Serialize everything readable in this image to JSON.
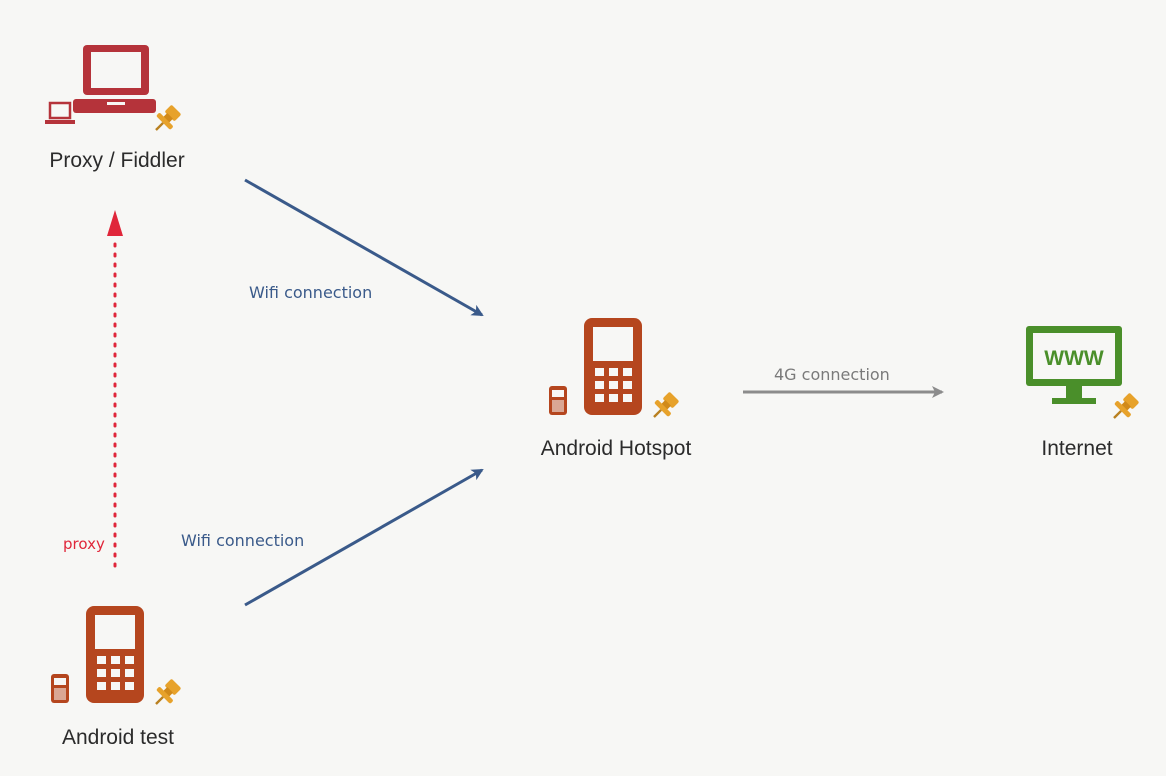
{
  "colors": {
    "background": "#f7f7f5",
    "laptop": "#b5333a",
    "phone": "#b5461e",
    "monitor": "#4a8f2a",
    "pin": "#e7a22b",
    "wifi_edge": "#3a5a8a",
    "lte_edge": "#8c8c8c",
    "proxy_edge": "#e0263a"
  },
  "nodes": {
    "proxy": {
      "label": "Proxy / Fiddler",
      "icon": "laptop-icon"
    },
    "hotspot": {
      "label": "Android Hotspot",
      "icon": "mobile-phone-icon"
    },
    "internet": {
      "label": "Internet",
      "icon": "www-monitor-icon",
      "screen_text": "WWW"
    },
    "test": {
      "label": "Android test",
      "icon": "mobile-phone-icon"
    }
  },
  "edges": {
    "wifi_top": {
      "label": "Wifi connection"
    },
    "wifi_bottom": {
      "label": "Wifi connection"
    },
    "lte": {
      "label": "4G connection"
    },
    "proxy": {
      "label": "proxy"
    }
  }
}
